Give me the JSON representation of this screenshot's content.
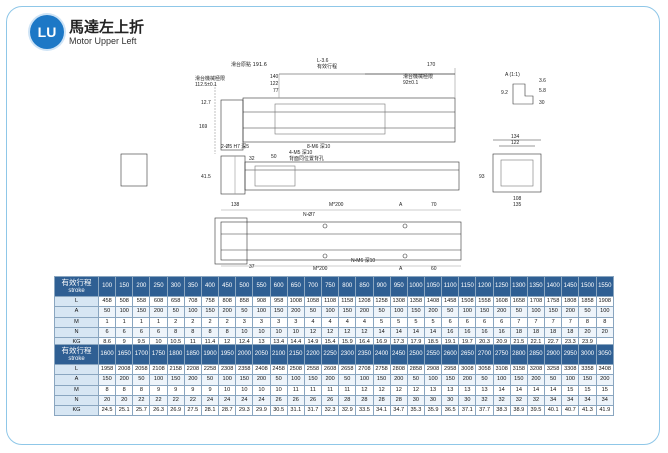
{
  "header": {
    "logo_text": "LU",
    "title_cn": "馬達左上折",
    "title_en": "Motor Upper Left"
  },
  "drawing": {
    "labels": {
      "slide_top": "滑台原點 191.6",
      "slide_area": "滑台機械極限",
      "slide_area_val": "112.5±0.1",
      "l_minus": "L-3.6",
      "valid_stroke": "有效行程",
      "dim_140": "140",
      "dim_122": "122",
      "dim_77": "77",
      "dim_170": "170",
      "slide_limit_r": "滑台機械極限",
      "slide_limit_r_val": "92±0.1",
      "dim_127": "12.7",
      "dim_169": "169",
      "hole_4": "2-Ø5 H7 深5",
      "hole_m5": "8-M6 深10",
      "view_a": "A (1:1)",
      "dim_35": "3.6",
      "dim_58": "5.8",
      "dim_30": "30",
      "dim_92": "9.2",
      "dim_134": "134",
      "dim_122b": "122",
      "dim_32": "32",
      "dim_50": "50",
      "hole_m6": "4-M5 深10",
      "hole_m6b": "背面同位置背孔",
      "dim_415": "41.5",
      "dim_93": "93",
      "dim_108": "108",
      "dim_135": "135",
      "dim_138": "138",
      "m_200": "M*200",
      "dim_a": "A",
      "dim_70": "70",
      "dim_n7": "N-Ø7",
      "m_200b": "M*200",
      "n_m6": "N-M6 深10",
      "dim_37": "37",
      "dim_a2": "A",
      "dim_60": "60"
    }
  },
  "table1": {
    "header_cn": "有效行程",
    "header_en": "stroke",
    "strokes": [
      "100",
      "150",
      "200",
      "250",
      "300",
      "350",
      "400",
      "450",
      "500",
      "550",
      "600",
      "650",
      "700",
      "750",
      "800",
      "850",
      "900",
      "950",
      "1000",
      "1050",
      "1100",
      "1150",
      "1200",
      "1250",
      "1300",
      "1350",
      "1400",
      "1450",
      "1500",
      "1550"
    ],
    "rows": [
      {
        "label": "L",
        "values": [
          "458",
          "508",
          "558",
          "608",
          "658",
          "708",
          "758",
          "808",
          "858",
          "908",
          "958",
          "1008",
          "1058",
          "1108",
          "1158",
          "1208",
          "1258",
          "1308",
          "1358",
          "1408",
          "1458",
          "1508",
          "1558",
          "1608",
          "1658",
          "1708",
          "1758",
          "1808",
          "1858",
          "1908"
        ]
      },
      {
        "label": "A",
        "values": [
          "50",
          "100",
          "150",
          "200",
          "50",
          "100",
          "150",
          "200",
          "50",
          "100",
          "150",
          "200",
          "50",
          "100",
          "150",
          "200",
          "50",
          "100",
          "150",
          "200",
          "50",
          "100",
          "150",
          "200",
          "50",
          "100",
          "150",
          "200",
          "50",
          "100"
        ]
      },
      {
        "label": "M",
        "values": [
          "1",
          "1",
          "1",
          "1",
          "2",
          "2",
          "2",
          "2",
          "3",
          "3",
          "3",
          "3",
          "4",
          "4",
          "4",
          "4",
          "5",
          "5",
          "5",
          "5",
          "6",
          "6",
          "6",
          "6",
          "7",
          "7",
          "7",
          "7",
          "8",
          "8"
        ]
      },
      {
        "label": "N",
        "values": [
          "6",
          "6",
          "6",
          "6",
          "8",
          "8",
          "8",
          "8",
          "10",
          "10",
          "10",
          "10",
          "12",
          "12",
          "12",
          "12",
          "14",
          "14",
          "14",
          "14",
          "16",
          "16",
          "16",
          "16",
          "18",
          "18",
          "18",
          "18",
          "20",
          "20"
        ]
      },
      {
        "label": "KG",
        "values": [
          "8.6",
          "9",
          "9.5",
          "10",
          "10.5",
          "11",
          "11.4",
          "12",
          "12.4",
          "13",
          "13.4",
          "14.4",
          "14.9",
          "15.4",
          "15.9",
          "16.4",
          "16.9",
          "17.3",
          "17.9",
          "18.5",
          "19.1",
          "19.7",
          "20.3",
          "20.9",
          "21.5",
          "22.1",
          "22.7",
          "23.3",
          "23.9",
          ""
        ]
      }
    ]
  },
  "table2": {
    "header_cn": "有效行程",
    "header_en": "stroke",
    "strokes": [
      "1600",
      "1650",
      "1700",
      "1750",
      "1800",
      "1850",
      "1900",
      "1950",
      "2000",
      "2050",
      "2100",
      "2150",
      "2200",
      "2250",
      "2300",
      "2350",
      "2400",
      "2450",
      "2500",
      "2550",
      "2600",
      "2650",
      "2700",
      "2750",
      "2800",
      "2850",
      "2900",
      "2950",
      "3000",
      "3050"
    ],
    "rows": [
      {
        "label": "L",
        "values": [
          "1958",
          "2008",
          "2058",
          "2108",
          "2158",
          "2208",
          "2258",
          "2308",
          "2358",
          "2408",
          "2458",
          "2508",
          "2558",
          "2608",
          "2658",
          "2708",
          "2758",
          "2808",
          "2858",
          "2908",
          "2958",
          "3008",
          "3058",
          "3108",
          "3158",
          "3208",
          "3258",
          "3308",
          "3358",
          "3408"
        ]
      },
      {
        "label": "A",
        "values": [
          "150",
          "200",
          "50",
          "100",
          "150",
          "200",
          "50",
          "100",
          "150",
          "200",
          "50",
          "100",
          "150",
          "200",
          "50",
          "100",
          "150",
          "200",
          "50",
          "100",
          "150",
          "200",
          "50",
          "100",
          "150",
          "200",
          "50",
          "100",
          "150",
          "200"
        ]
      },
      {
        "label": "M",
        "values": [
          "8",
          "8",
          "8",
          "9",
          "9",
          "9",
          "9",
          "10",
          "10",
          "10",
          "10",
          "11",
          "11",
          "11",
          "11",
          "12",
          "12",
          "12",
          "12",
          "13",
          "13",
          "13",
          "13",
          "14",
          "14",
          "14",
          "14",
          "15",
          "15",
          "15"
        ]
      },
      {
        "label": "N",
        "values": [
          "20",
          "20",
          "22",
          "22",
          "22",
          "22",
          "24",
          "24",
          "24",
          "24",
          "26",
          "26",
          "26",
          "26",
          "28",
          "28",
          "28",
          "28",
          "30",
          "30",
          "30",
          "30",
          "32",
          "32",
          "32",
          "32",
          "34",
          "34",
          "34",
          "34"
        ]
      },
      {
        "label": "KG",
        "values": [
          "24.5",
          "25.1",
          "25.7",
          "26.3",
          "26.9",
          "27.5",
          "28.1",
          "28.7",
          "29.3",
          "29.9",
          "30.5",
          "31.1",
          "31.7",
          "32.3",
          "32.9",
          "33.5",
          "34.1",
          "34.7",
          "35.3",
          "35.9",
          "36.5",
          "37.1",
          "37.7",
          "38.3",
          "38.9",
          "39.5",
          "40.1",
          "40.7",
          "41.3",
          "41.9"
        ]
      }
    ]
  }
}
